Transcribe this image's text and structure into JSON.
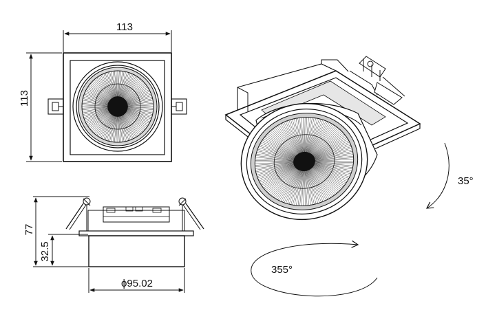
{
  "diagram": {
    "dimensions": {
      "width": "113",
      "height": "113",
      "total_height": "77",
      "lower_height": "32.5",
      "diameter": "ϕ95.02"
    },
    "rotation": {
      "tilt": "35°",
      "pan": "355°"
    }
  }
}
